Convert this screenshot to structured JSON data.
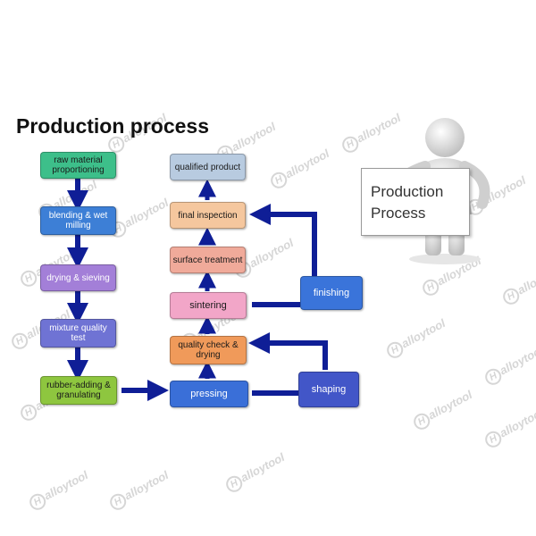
{
  "heading": "Production process",
  "watermark": "alloytool",
  "watermark_letter": "H",
  "board_text": [
    "Production",
    "Process"
  ],
  "steps": {
    "raw_material": "raw material proportioning",
    "blending": "blending & wet milling",
    "drying_sieving": "drying & sieving",
    "mixture_test": "mixture quality test",
    "rubber_adding": "rubber-adding & granulating",
    "pressing": "pressing",
    "shaping": "shaping",
    "quality_check": "quality check & drying",
    "sintering": "sintering",
    "finishing": "finishing",
    "surface_treatment": "surface treatment",
    "final_inspection": "final inspection",
    "qualified_product": "qualified product"
  },
  "colors": {
    "raw_material": "#3dbf8a",
    "blending": "#3d7fd6",
    "drying_sieving": "#a37fd8",
    "mixture_test": "#6f73d4",
    "rubber_adding": "#8ec63f",
    "pressing": "#3a6fd8",
    "shaping": "#4256c8",
    "quality_check": "#f09a5a",
    "sintering": "#f2a6c8",
    "finishing": "#3a74da",
    "surface_treatment": "#f0aa9a",
    "final_inspection": "#f5c79e",
    "qualified_product": "#b8cbe0",
    "arrow": "#0f1e96"
  }
}
